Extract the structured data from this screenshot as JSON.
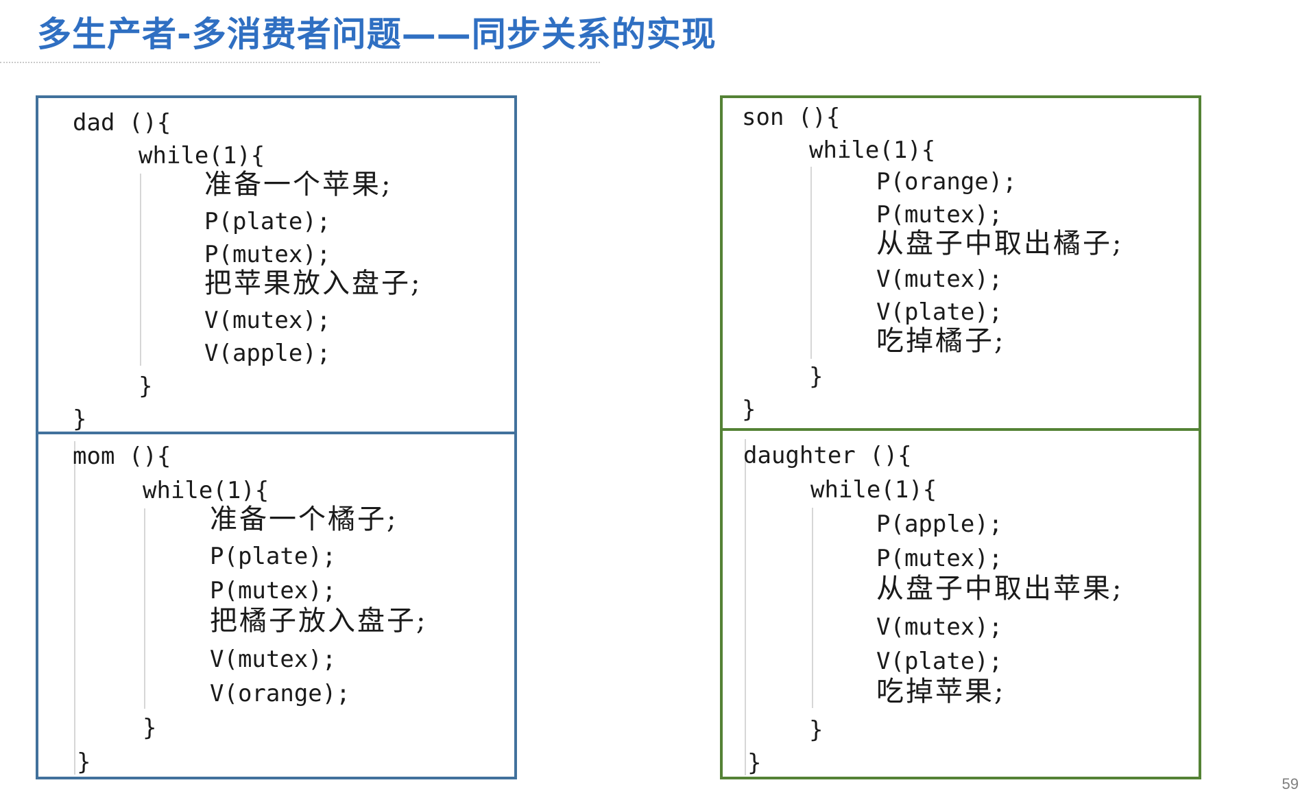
{
  "slide": {
    "title": "多生产者-多消费者问题——同步关系的实现",
    "page_number": "59"
  },
  "blocks": {
    "dad": {
      "header": "dad  (){",
      "loop": "while(1){",
      "body": [
        "准备一个苹果;",
        "P(plate);",
        "P(mutex);",
        "把苹果放入盘子;",
        "V(mutex);",
        "V(apple);"
      ],
      "loop_close": "}",
      "close": "}"
    },
    "mom": {
      "header": "mom  (){",
      "loop": "while(1){",
      "body": [
        "准备一个橘子;",
        "P(plate);",
        "P(mutex);",
        "把橘子放入盘子;",
        "V(mutex);",
        "V(orange);"
      ],
      "loop_close": "}",
      "close": "}"
    },
    "son": {
      "header": "son  (){",
      "loop": "while(1){",
      "body": [
        "P(orange);",
        "P(mutex);",
        "从盘子中取出橘子;",
        "V(mutex);",
        "V(plate);",
        "吃掉橘子;"
      ],
      "loop_close": "}",
      "close": "}"
    },
    "daughter": {
      "header": "daughter  (){",
      "loop": "while(1){",
      "body": [
        "P(apple);",
        "P(mutex);",
        "从盘子中取出苹果;",
        "V(mutex);",
        "V(plate);",
        "吃掉苹果;"
      ],
      "loop_close": "}",
      "close": "}"
    }
  },
  "colors": {
    "title": "#2f6fc2",
    "producer_border": "#41719c",
    "consumer_border": "#548235"
  }
}
